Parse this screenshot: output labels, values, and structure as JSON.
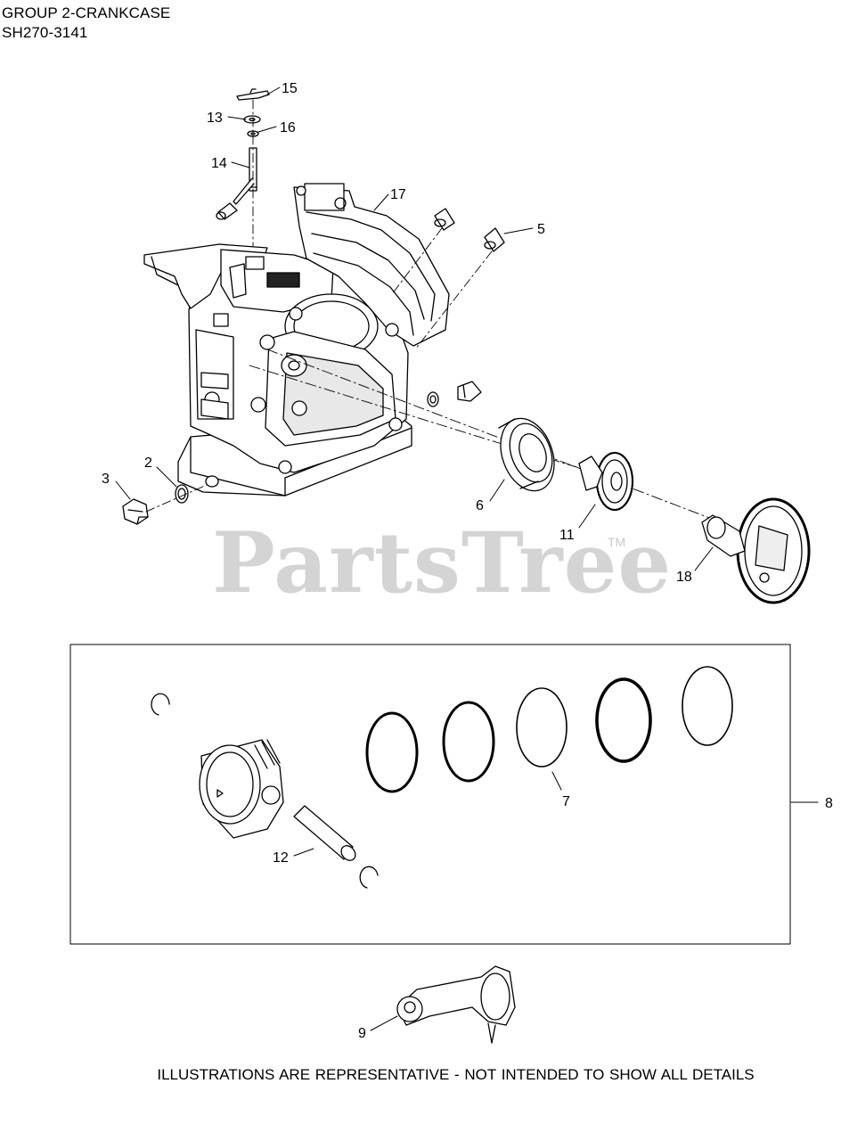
{
  "header": {
    "title": "GROUP 2-CRANKCASE",
    "model": "SH270-3141"
  },
  "watermark": {
    "text": "PartsTree",
    "tm": "TM"
  },
  "footer": {
    "note": "ILLUSTRATIONS ARE REPRESENTATIVE - NOT INTENDED TO SHOW ALL DETAILS"
  },
  "callouts": {
    "c15": "15",
    "c13": "13",
    "c16": "16",
    "c14": "14",
    "c17": "17",
    "c5": "5",
    "c3": "3",
    "c2": "2",
    "c6": "6",
    "c11": "11",
    "c18": "18",
    "c7": "7",
    "c8": "8",
    "c12": "12",
    "c9": "9"
  }
}
